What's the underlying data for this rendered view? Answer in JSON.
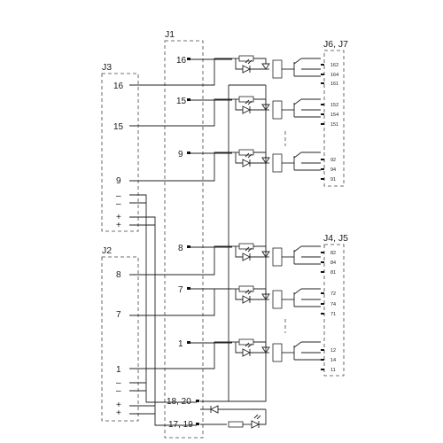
{
  "connectors": {
    "j1": "J1",
    "j3": "J3",
    "j2": "J2",
    "j6j7": "J6, J7",
    "j4j5": "J4, J5"
  },
  "j1_pins": [
    "16",
    "15",
    "9",
    "8",
    "7",
    "1",
    "18, 20",
    "17, 19"
  ],
  "j3_pins": [
    "16",
    "15",
    "9",
    "–",
    "–",
    "+",
    "+"
  ],
  "j2_pins": [
    "8",
    "7",
    "1",
    "–",
    "–",
    "+",
    "+"
  ],
  "relay_contacts": [
    [
      "162",
      "164",
      "161"
    ],
    [
      "152",
      "154",
      "151"
    ],
    [
      "92",
      "94",
      "91"
    ],
    [
      "82",
      "84",
      "81"
    ],
    [
      "72",
      "74",
      "71"
    ],
    [
      "12",
      "14",
      "11"
    ]
  ]
}
